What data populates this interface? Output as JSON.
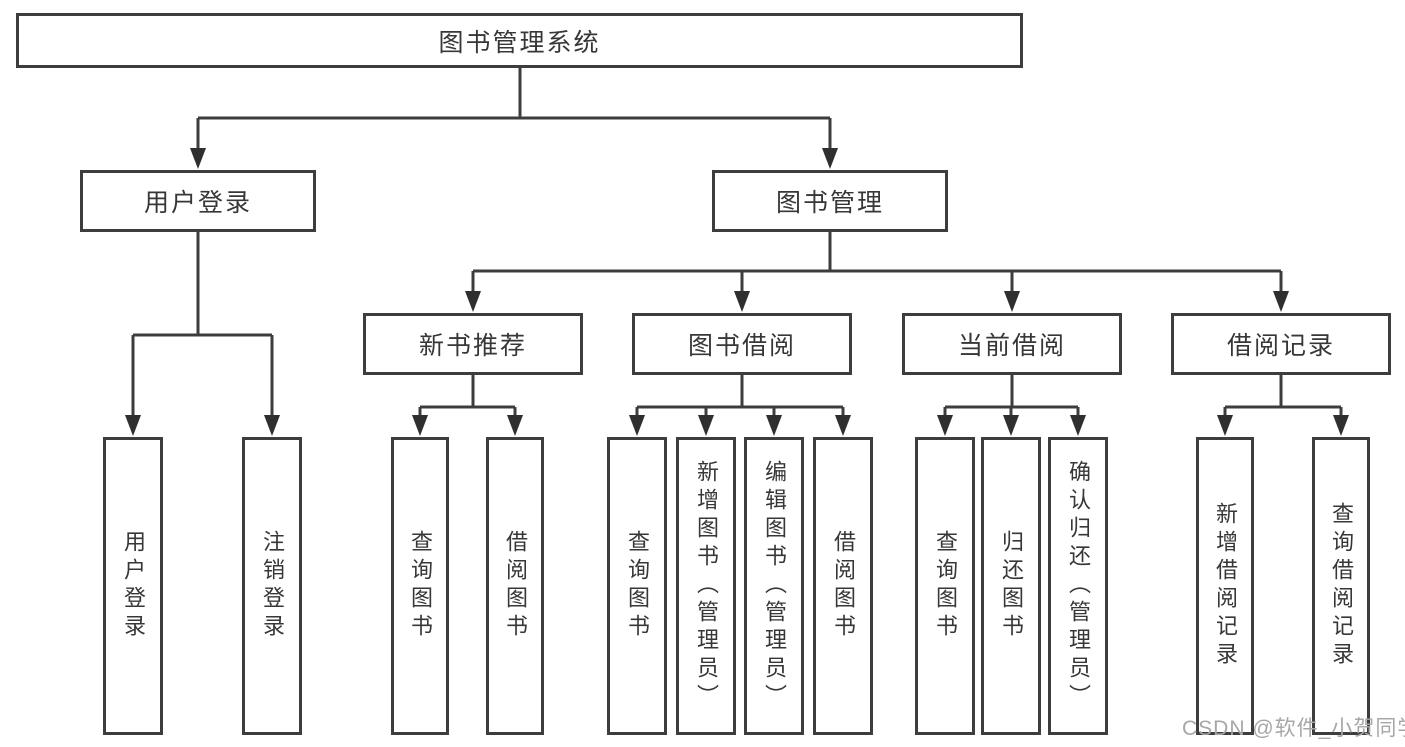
{
  "colors": {
    "line": "#3d3d3d",
    "text": "#373737",
    "background": "#ffffff",
    "watermark": "#a7a7a7"
  },
  "tree": {
    "root": "图书管理系统",
    "children": [
      {
        "label": "用户登录",
        "children": [
          "用户登录",
          "注销登录"
        ]
      },
      {
        "label": "图书管理",
        "children": [
          {
            "label": "新书推荐",
            "children": [
              "查询图书",
              "借阅图书"
            ]
          },
          {
            "label": "图书借阅",
            "children": [
              "查询图书",
              "新增图书（管理员）",
              "编辑图书（管理员）",
              "借阅图书"
            ]
          },
          {
            "label": "当前借阅",
            "children": [
              "查询图书",
              "归还图书",
              "确认归还（管理员）"
            ]
          },
          {
            "label": "借阅记录",
            "children": [
              "新增借阅记录",
              "查询借阅记录"
            ]
          }
        ]
      }
    ]
  },
  "watermark": {
    "text": "CSDN @软件_小贺同学"
  }
}
